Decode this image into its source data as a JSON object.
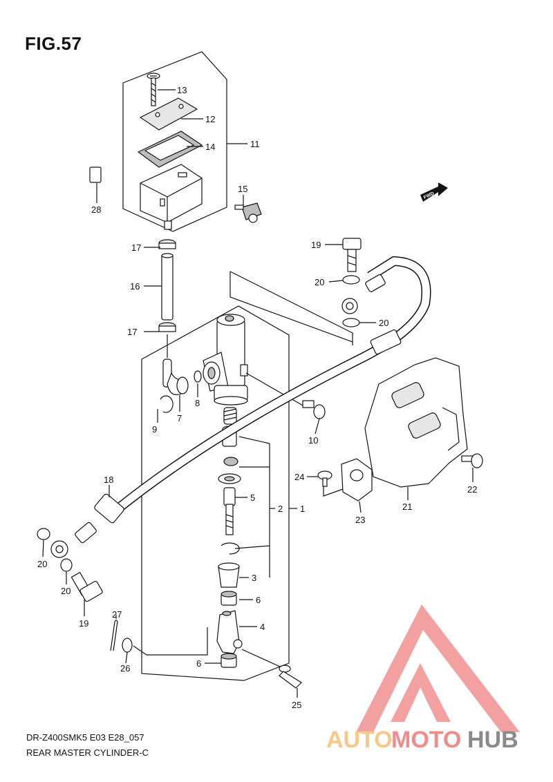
{
  "diagram": {
    "figure_title": "FIG.57",
    "model_code": "DR-Z400SMK5 E03 E28_057",
    "assembly_name": "REAR MASTER CYLINDER-C",
    "fwd_label": "FWD",
    "callouts": {
      "c1": "1",
      "c2": "2",
      "c3": "3",
      "c4": "4",
      "c5": "5",
      "c6a": "6",
      "c6b": "6",
      "c7": "7",
      "c8": "8",
      "c9": "9",
      "c10": "10",
      "c11": "11",
      "c12": "12",
      "c13": "13",
      "c14": "14",
      "c15": "15",
      "c16": "16",
      "c17a": "17",
      "c17b": "17",
      "c18": "18",
      "c19a": "19",
      "c19b": "19",
      "c20a": "20",
      "c20b": "20",
      "c20c": "20",
      "c20d": "20",
      "c21": "21",
      "c22": "22",
      "c23": "23",
      "c24": "24",
      "c25": "25",
      "c26": "26",
      "c27": "27",
      "c28": "28"
    }
  },
  "watermark": {
    "auto": "AUTO",
    "moto": "MOTO",
    "hub": "HUB",
    "colors": {
      "triangle": "#f2a0a0",
      "auto": "#f7c889",
      "moto": "#f08c8c",
      "hub": "#8a8a8a"
    }
  }
}
